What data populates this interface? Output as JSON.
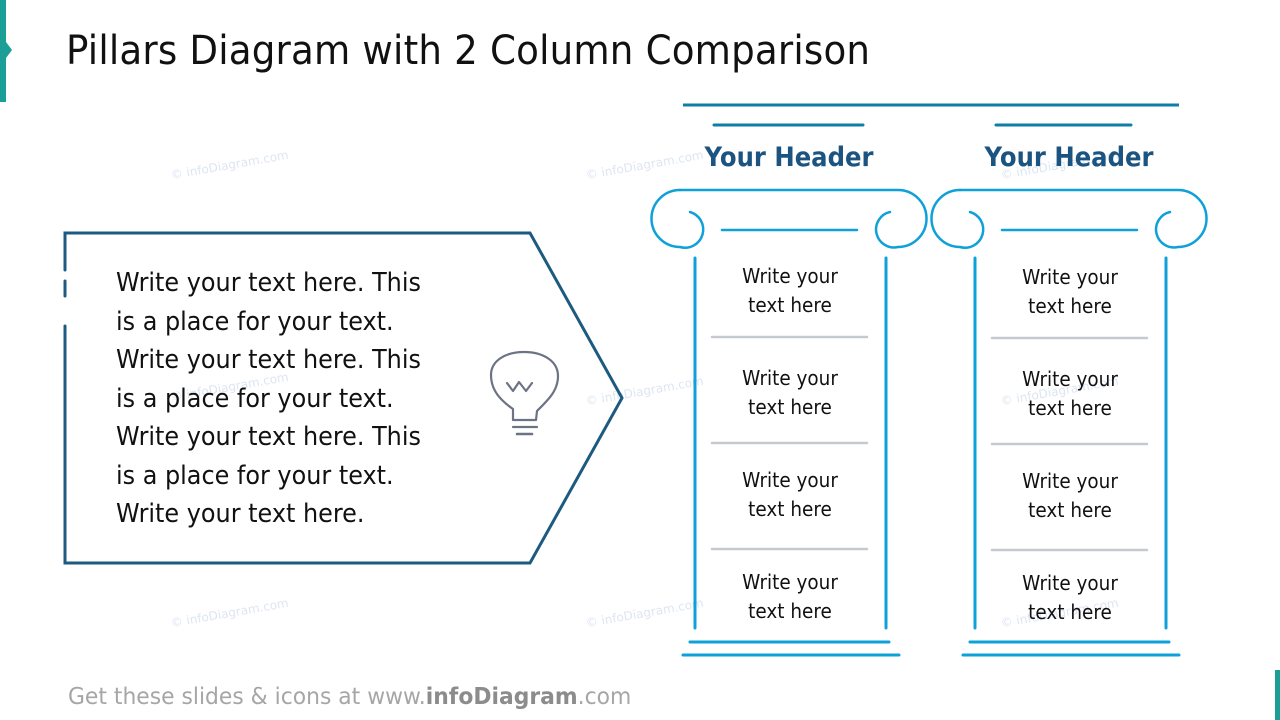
{
  "slide": {
    "title": "Pillars Diagram with 2 Column Comparison",
    "watermark": "© infoDiagram.com"
  },
  "callout": {
    "text": "Write your text here. This is a place for your text. Write your text here. This is a place for your text. Write your text here. This is a place for your text. Write your text here.",
    "icon": "lightbulb-icon"
  },
  "pillars": [
    {
      "header": "Your Header",
      "cells": [
        {
          "line1": "Write your",
          "line2": "text here"
        },
        {
          "line1": "Write your",
          "line2": "text here"
        },
        {
          "line1": "Write your",
          "line2": "text here"
        },
        {
          "line1": "Write your",
          "line2": "text here"
        }
      ]
    },
    {
      "header": "Your Header",
      "cells": [
        {
          "line1": "Write your",
          "line2": "text here"
        },
        {
          "line1": "Write your",
          "line2": "text here"
        },
        {
          "line1": "Write your",
          "line2": "text here"
        },
        {
          "line1": "Write your",
          "line2": "text here"
        }
      ]
    }
  ],
  "footer": {
    "prefix": "Get these slides & icons at www.",
    "brand": "infoDiagram",
    "suffix": ".com"
  },
  "colors": {
    "accent_teal": "#1a9e96",
    "pillar_blue": "#0ea0d8",
    "roof_blue": "#0e7ea8",
    "header_navy": "#1b5480",
    "callout_border": "#1d5a80",
    "divider_gray": "#c5cad1",
    "icon_gray": "#6b7385"
  }
}
